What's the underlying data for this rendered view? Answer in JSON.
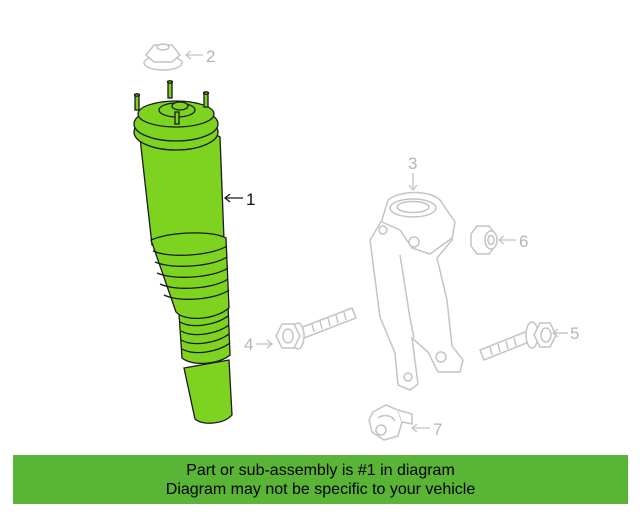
{
  "callouts": [
    {
      "id": "1",
      "label": "1"
    },
    {
      "id": "2",
      "label": "2"
    },
    {
      "id": "3",
      "label": "3"
    },
    {
      "id": "4",
      "label": "4"
    },
    {
      "id": "5",
      "label": "5"
    },
    {
      "id": "6",
      "label": "6"
    },
    {
      "id": "7",
      "label": "7"
    }
  ],
  "banner": {
    "line1": "Part or sub-assembly is #1 in diagram",
    "line2": "Diagram may not be specific to your vehicle"
  },
  "colors": {
    "highlight": "#5ab435",
    "part_fill": "#7ed321",
    "outline": "#1a1a1a",
    "ghost": "#c4c4c4"
  }
}
